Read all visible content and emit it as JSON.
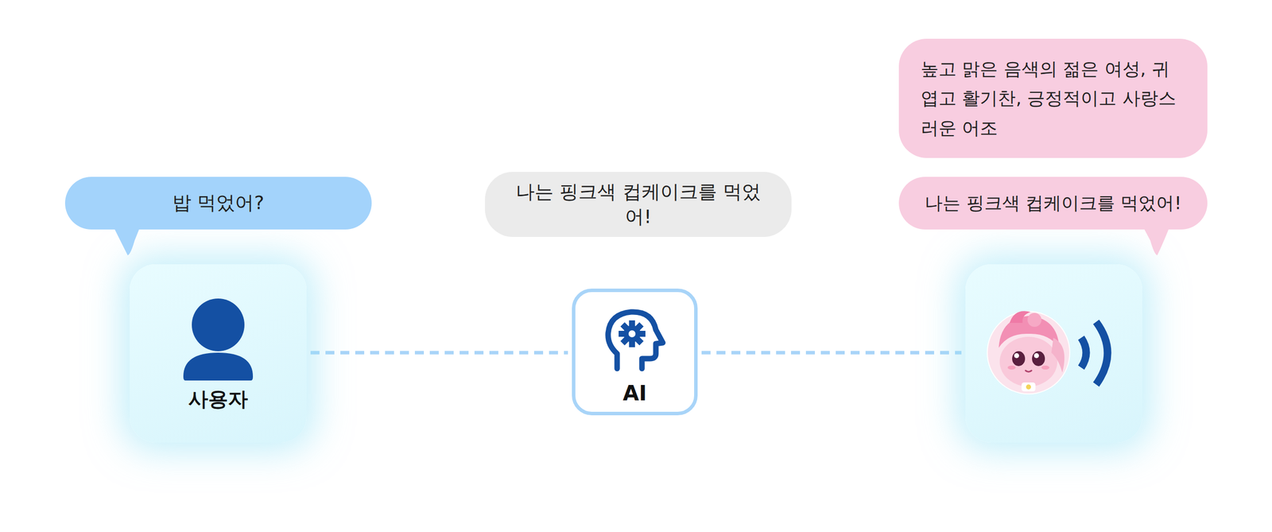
{
  "diagram": {
    "nodes": [
      {
        "text": [
          "밥 먹었어?",
          "사용자"
        ]
      },
      {
        "text": [
          "나는 핑크색 컵케이크를 먹었어!",
          "AI"
        ]
      },
      {
        "text": [
          "높고 맑은 음색의 젊은 여성, 귀엽고 활기찬, 긍정적이고 사랑스러운 어조",
          "나는 핑크색 컵케이크를 먹었어!"
        ]
      }
    ],
    "edges": [
      {
        "from": 0,
        "to": 1,
        "arrow": "none"
      },
      {
        "from": 1,
        "to": 2,
        "arrow": "none"
      }
    ]
  }
}
